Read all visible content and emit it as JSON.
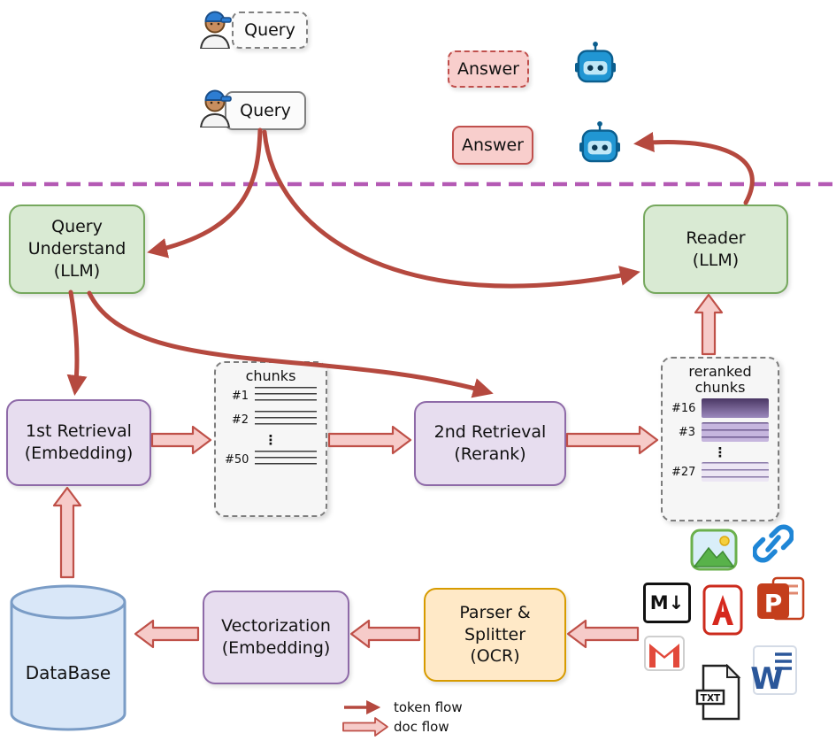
{
  "top": {
    "query_draft": "Query",
    "query_final": "Query",
    "answer_draft": "Answer",
    "answer_final": "Answer"
  },
  "nodes": {
    "query_understand": {
      "l1": "Query",
      "l2": "Understand",
      "l3": "(LLM)"
    },
    "reader": {
      "l1": "Reader",
      "l2": "(LLM)"
    },
    "first_retrieval": {
      "l1": "1st Retrieval",
      "l2": "(Embedding)"
    },
    "second_retrieval": {
      "l1": "2nd Retrieval",
      "l2": "(Rerank)"
    },
    "vectorization": {
      "l1": "Vectorization",
      "l2": "(Embedding)"
    },
    "parser": {
      "l1": "Parser &",
      "l2": "Splitter",
      "l3": "(OCR)"
    },
    "database": {
      "label": "DataBase"
    }
  },
  "chunks_box": {
    "title": "chunks",
    "row1": "#1",
    "row2": "#2",
    "dots": "⋮",
    "row3": "#50"
  },
  "reranked_box": {
    "title1": "reranked",
    "title2": "chunks",
    "row1": "#16",
    "row2": "#3",
    "dots": "⋮",
    "row3": "#27"
  },
  "legend": {
    "token": "token flow",
    "doc": "doc flow"
  },
  "file_icons": {
    "markdown": "M↓",
    "txt": "TXT",
    "word": "W",
    "ppt": "P"
  },
  "icon_names": [
    "user-icon",
    "robot-icon",
    "image-icon",
    "link-icon",
    "markdown-icon",
    "pdf-icon",
    "powerpoint-icon",
    "gmail-icon",
    "txt-file-icon",
    "word-icon"
  ],
  "colors": {
    "token_flow": "#b5493f",
    "doc_flow_fill": "#f6cbc9",
    "doc_flow_stroke": "#bf5048",
    "separator": "#b45ab4",
    "green_fill": "#d9ead3",
    "green_border": "#76a85e",
    "purple_fill": "#e7ddef",
    "purple_border": "#8e6aa8",
    "orange_fill": "#ffe9c7",
    "orange_border": "#d79b00",
    "blue_fill": "#d9e7f8",
    "blue_border": "#7a9cc6",
    "pink_fill": "#f8cecc",
    "pink_border": "#c0504d"
  }
}
